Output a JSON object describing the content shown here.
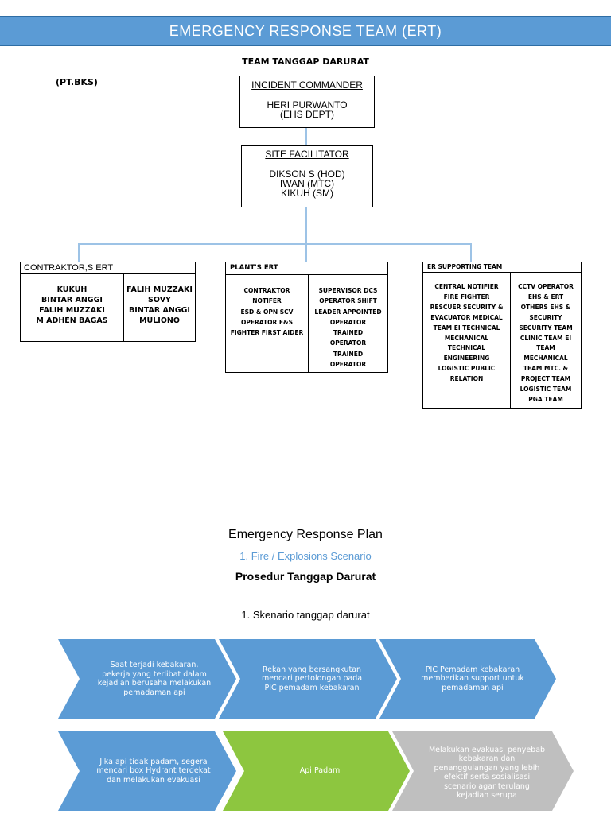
{
  "banner": {
    "title": "EMERGENCY RESPONSE TEAM (ERT)"
  },
  "org": {
    "heading": "TEAM TANGGAP DARURAT",
    "company": "(PT.BKS)",
    "incident_commander": {
      "title": "INCIDENT COMMANDER",
      "lines": [
        "HERI PURWANTO",
        "(EHS DEPT)"
      ]
    },
    "site_facilitator": {
      "title": "SITE FACILITATOR",
      "lines": [
        "DIKSON S (HOD)",
        "IWAN (MTC)",
        "KIKUH (SM)"
      ]
    },
    "teams": [
      {
        "title": "CONTRAKTOR,S ERT",
        "left": [
          "KUKUH",
          "BINTAR ANGGI",
          "FALIH MUZZAKI",
          "M ADHEN BAGAS"
        ],
        "right": [
          "FALIH MUZZAKI",
          "SOVY",
          "BINTAR ANGGI",
          "MULIONO"
        ]
      },
      {
        "title": "PLANT'S ERT",
        "left": [
          "CONTRAKTOR",
          "NOTIFER",
          "ESD & OPN SCV",
          "OPERATOR F&S",
          "FIGHTER FIRST AIDER"
        ],
        "right": [
          "SUPERVISOR DCS",
          "OPERATOR SHIFT",
          "LEADER APPOINTED",
          "OPERATOR",
          "TRAINED",
          "OPERATOR",
          "TRAINED",
          "OPERATOR"
        ]
      },
      {
        "title": "ER SUPPORTING TEAM",
        "left": [
          "CENTRAL NOTIFIER",
          "FIRE FIGHTER",
          "RESCUER SECURITY &",
          "EVACUATOR MEDICAL",
          "TEAM EI TECHNICAL",
          "MECHANICAL",
          "TECHNICAL",
          "ENGINEERING",
          "LOGISTIC PUBLIC",
          "RELATION"
        ],
        "right": [
          "CCTV OPERATOR",
          "EHS & ERT",
          "OTHERS EHS &",
          "SECURITY",
          "SECURITY TEAM",
          "CLINIC TEAM EI",
          "TEAM",
          "MECHANICAL",
          "TEAM MTC. &",
          "PROJECT TEAM",
          "LOGISTIC TEAM",
          "PGA TEAM"
        ]
      }
    ]
  },
  "plan": {
    "title": "Emergency Response Plan",
    "scenario": "1. Fire / Explosions Scenario",
    "procedure": "Prosedur Tanggap Darurat",
    "subheading": "1. Skenario tanggap darurat"
  },
  "flow": {
    "colors": {
      "blue": "#5b9bd5",
      "green": "#8dc63f",
      "gray": "#bfbfbf"
    },
    "steps": [
      {
        "color": "blue",
        "lines": [
          "Saat terjadi kebakaran,",
          "pekerja yang terlibat dalam",
          "kejadian berusaha melakukan",
          "pemadaman api"
        ]
      },
      {
        "color": "blue",
        "lines": [
          "Rekan yang bersangkutan",
          "mencari pertolongan pada",
          "PIC pemadam kebakaran"
        ]
      },
      {
        "color": "blue",
        "lines": [
          "PIC Pemadam kebakaran",
          "memberikan support untuk",
          "pemadaman api"
        ]
      },
      {
        "color": "blue",
        "lines": [
          "Jika api tidak padam, segera",
          "mencari box Hydrant terdekat",
          "dan melakukan evakuasi"
        ]
      },
      {
        "color": "green",
        "lines": [
          "Api Padam"
        ]
      },
      {
        "color": "gray",
        "lines": [
          "Melakukan evakuasi penyebab",
          "kebakaran dan",
          "penanggulangan yang lebih",
          "efektif serta sosialisasi",
          "scenario agar terulang",
          "kejadian serupa"
        ]
      }
    ]
  }
}
